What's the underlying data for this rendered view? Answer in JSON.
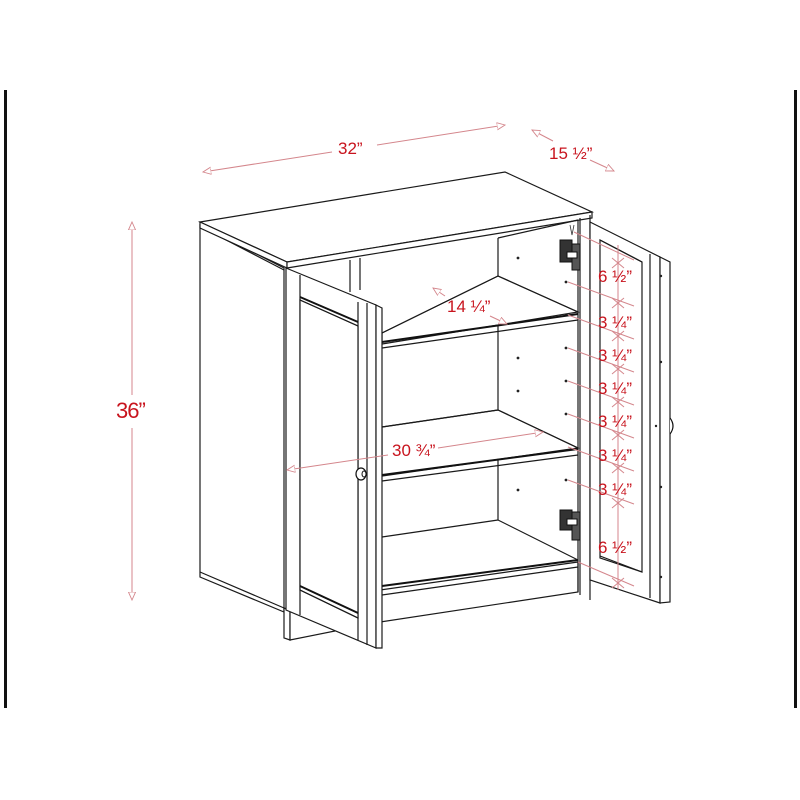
{
  "diagram": {
    "subject": "Two-door storage cabinet with adjustable shelves (open doors, dimensioned)",
    "label_color": "#c8141e",
    "dimension_line_color": "#d4868c",
    "line_color": "#1a1a1a"
  },
  "dimensions": {
    "overall_width": "32”",
    "overall_depth": "15 ½”",
    "overall_height": "36”",
    "shelf_depth": "14 ¼”",
    "interior_width": "30 ¾”",
    "shelf_spacing": [
      "6 ½”",
      "3 ¼”",
      "3 ¼”",
      "3 ¼”",
      "3 ¼”",
      "3 ¼”",
      "3 ¼”",
      "6 ½”"
    ]
  },
  "components": {
    "doors": 2,
    "adjustable_shelves": 2,
    "hinges_per_door": 2,
    "knobs": 2
  }
}
